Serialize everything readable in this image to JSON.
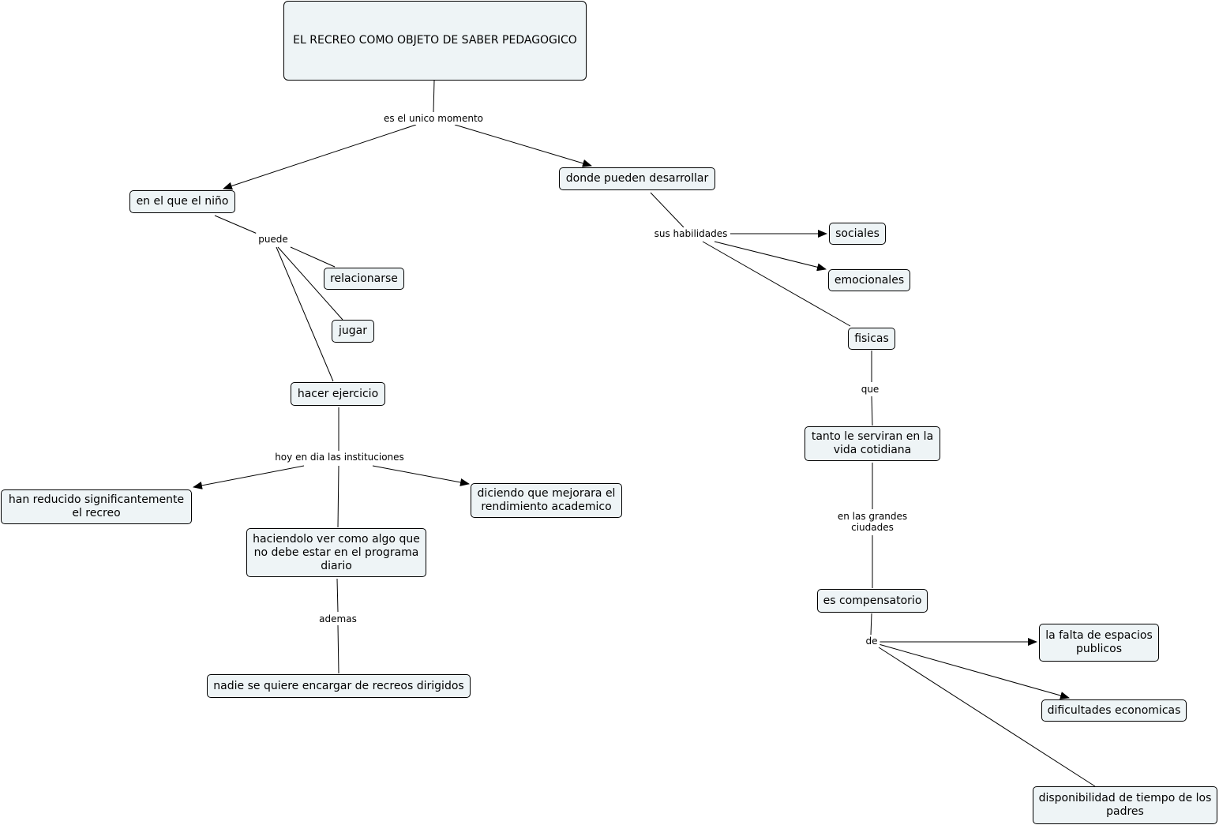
{
  "nodes": {
    "root": "EL RECREO COMO OBJETO DE SABER PEDAGOGICO",
    "nino": "en el que el niño",
    "desarrollar": "donde pueden desarrollar",
    "relacionarse": "relacionarse",
    "jugar": "jugar",
    "ejercicio": "hacer ejercicio",
    "reducido": "han reducido significantemente\nel recreo",
    "diciendo": "diciendo que mejorara el\nrendimiento academico",
    "haciendolo": "haciendolo ver como algo que\nno debe estar en el programa\ndiario",
    "nadie": "nadie se quiere encargar de recreos dirigidos",
    "sociales": "sociales",
    "emocionales": "emocionales",
    "fisicas": "fisicas",
    "tanto": "tanto le serviran en la\nvida cotidiana",
    "compensatorio": "es compensatorio",
    "falta": "la falta de espacios\npublicos",
    "dificultades": "dificultades economicas",
    "disponibilidad": "disponibilidad de tiempo de los\npadres"
  },
  "links": {
    "momento": "es el unico momento",
    "puede": "puede",
    "instituciones": "hoy en dia las instituciones",
    "ademas": "ademas",
    "habilidades": "sus habilidades",
    "que": "que",
    "grandes": "en las grandes\nciudades",
    "de": "de"
  }
}
